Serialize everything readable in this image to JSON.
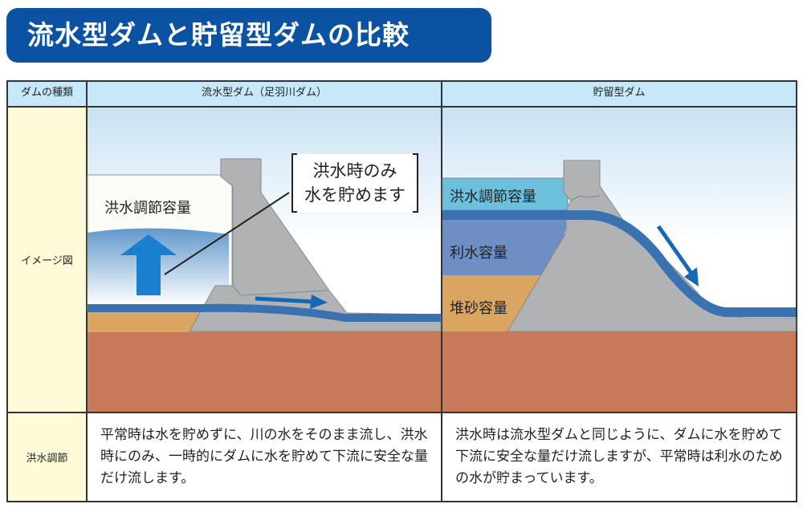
{
  "title": "流水型ダムと貯留型ダムの比較",
  "table": {
    "header": {
      "type_label": "ダムの種類",
      "col1": "流水型ダム（足羽川ダム）",
      "col2": "貯留型ダム"
    },
    "row_image_label": "イメージ図",
    "row_flood_label": "洪水調節",
    "col1_text": "平常時は水を貯めずに、川の水をそのまま流し、洪水時にのみ、一時的にダムに水を貯めて下流に安全な量だけ流します。",
    "col2_text": "洪水時は流水型ダムと同じように、ダムに水を貯めて下流に安全な量だけ流しますが、平常時は利水のための水が貯まっています。"
  },
  "diagram_left": {
    "capacity_label": "洪水調節容量",
    "callout_line1": "洪水時のみ",
    "callout_line2": "水を貯めます"
  },
  "diagram_right": {
    "flood_capacity": "洪水調節容量",
    "water_use_capacity": "利水容量",
    "sediment_capacity": "堆砂容量"
  },
  "colors": {
    "title_bg": "#0c52a2",
    "header_bg": "#c7e8f8",
    "label_bg": "#fffbd8",
    "river": "#3a72b0",
    "ground": "#c8795a",
    "sediment": "#d9a561",
    "dam": "#b1b2b4"
  }
}
